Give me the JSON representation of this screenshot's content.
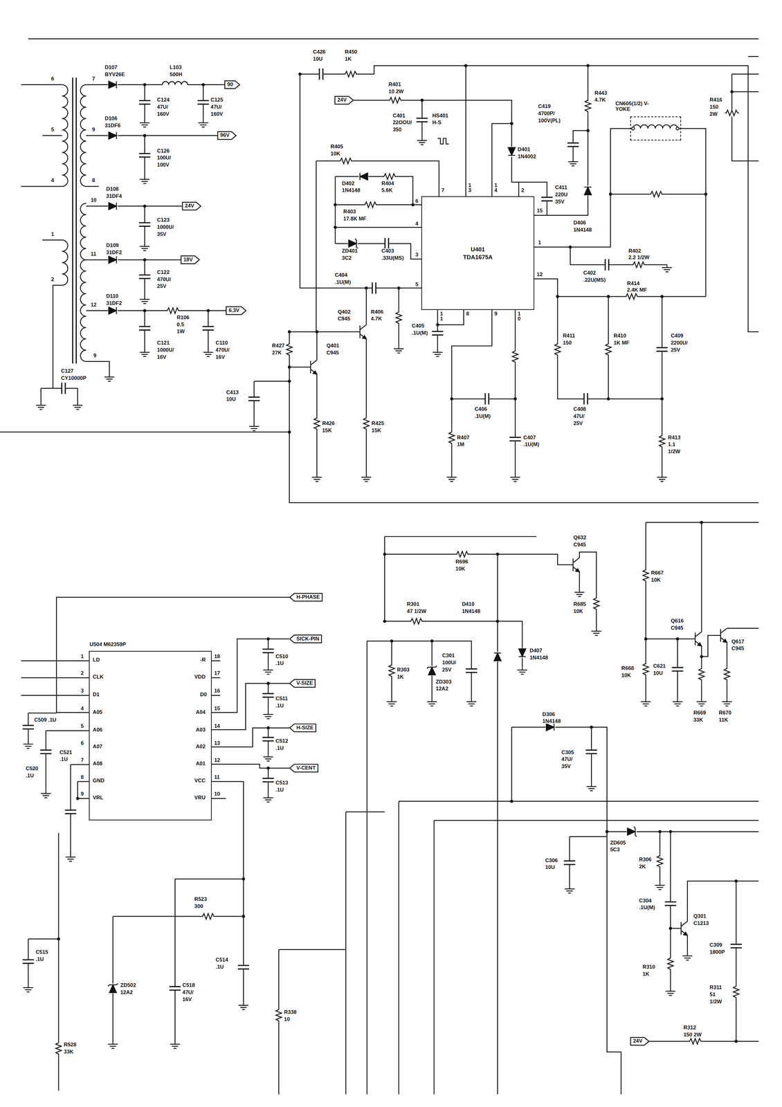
{
  "diagram": {
    "nodes": [
      {
        "text": [
          "90"
        ]
      },
      {
        "text": [
          "96V"
        ]
      },
      {
        "text": [
          "24V"
        ]
      },
      {
        "text": [
          "18V"
        ]
      },
      {
        "text": [
          "6.3V"
        ]
      },
      {
        "text": [
          "24V"
        ]
      },
      {
        "text": [
          "U401",
          "TDA1675A"
        ]
      },
      {
        "text": [
          "CN605(1/2) V-YOKE"
        ]
      },
      {
        "text": [
          "H-PHASE"
        ]
      },
      {
        "text": [
          "SICK-PIN"
        ]
      },
      {
        "text": [
          "V-SIZE"
        ]
      },
      {
        "text": [
          "H-SIZE"
        ]
      },
      {
        "text": [
          "V-CENT"
        ]
      },
      {
        "text": [
          "U504 M62359P"
        ]
      },
      {
        "text": [
          "24V"
        ]
      }
    ],
    "edges": [
      {
        "from": 8,
        "to": 13,
        "arrow": "none"
      },
      {
        "from": 9,
        "to": 13,
        "arrow": "none"
      },
      {
        "from": 10,
        "to": 13,
        "arrow": "none"
      },
      {
        "from": 11,
        "to": 13,
        "arrow": "none"
      },
      {
        "from": 12,
        "to": 13,
        "arrow": "none"
      }
    ],
    "labels": [
      "6",
      "5",
      "4",
      "7",
      "9",
      "8",
      "10",
      "11",
      "12",
      "9",
      "1",
      "2",
      "D107",
      "BYV26E",
      "L103",
      "500H",
      "C124",
      "47U/",
      "160V",
      "C125",
      "47U/",
      "160V",
      "D106",
      "31DF6",
      "C126",
      "100U/",
      "100V",
      "D108",
      "31DF4",
      "C123",
      "1000U/",
      "35V",
      "D109",
      "31DF2",
      "C122",
      "470U/",
      "25V",
      "D110",
      "31DF2",
      "R106",
      "0.5",
      "1W",
      "C121",
      "1000U/",
      "16V",
      "C110",
      "470U/",
      "16V",
      "C127",
      "CY10000P",
      "C426",
      "10U",
      "R450",
      "1K",
      "R401",
      "10 2W",
      "C401",
      "22OOU/",
      "350",
      "HS401",
      "H-S",
      "R405",
      "10K",
      "D402",
      "1N4148",
      "R404",
      "5.6K",
      "R403",
      "17.8K MF",
      "ZD401",
      "3C2",
      "C403",
      ".33U(MS)",
      "C404",
      ".1U(M)",
      "7",
      "6",
      "4",
      "3",
      "5",
      "13",
      "14",
      "2",
      "15",
      "1",
      "12",
      "11",
      "8",
      "9",
      "10",
      "D401",
      "1N4002",
      "C419",
      "4700P/",
      "100V(PL)",
      "R443",
      "4.7K",
      "R416",
      "150",
      "2W",
      "C411",
      "220U",
      "35V",
      "D406",
      "1N4148",
      "R402",
      "2.2 1/2W",
      "C402",
      ".22U(MS)",
      "R414",
      "2.4K MF",
      "R406",
      "4.7K",
      "Q402",
      "C945",
      "C405",
      ".1U(M)",
      "Q401",
      "C945",
      "R427",
      "27K",
      "C413",
      "10U",
      "R426",
      "15K",
      "R425",
      "15K",
      "R411",
      "150",
      "R410",
      "1K MF",
      "C409",
      "2200U/",
      "25V",
      "C406",
      ".1U(M)",
      "C408",
      "47U/",
      "25V",
      "R407",
      "1M",
      "C407",
      ".1U(M)",
      "R413",
      "1.1",
      "1/2W",
      "1",
      "LD",
      "2",
      "CLK",
      "3",
      "D1",
      "4",
      "A05",
      "5",
      "A06",
      "6",
      "A07",
      "7",
      "A08",
      "8",
      "GND",
      "9",
      "VRL",
      "-R",
      "18",
      "VDD",
      "17",
      "D0",
      "16",
      "A04",
      "15",
      "A03",
      "14",
      "A02",
      "13",
      "A01",
      "12",
      "VCC",
      "11",
      "VRU",
      "10",
      "C510",
      ".1U",
      "C511",
      ".1U",
      "C512",
      ".1U",
      "C513",
      ".1U",
      "C509 .1U",
      "C520",
      ".1U",
      "C521",
      ".1U",
      "C515",
      ".1U",
      "R523",
      "300",
      "ZD502",
      "12A2",
      "C518",
      "47U/",
      "16V",
      "C514",
      ".1U",
      "R338",
      "10",
      "R528",
      "33K",
      "R696",
      "10K",
      "Q632",
      "C945",
      "R685",
      "10K",
      "R301",
      "47 1/2W",
      "D410",
      "1N4148",
      "R303",
      "1K",
      "C301",
      "100U/",
      "25V",
      "ZD303",
      "12A2",
      "D407",
      "1N4148",
      "D306",
      "1N4148",
      "C305",
      "47U/",
      "35V",
      "R667",
      "10K",
      "Q616",
      "C945",
      "Q617",
      "C945",
      "R668",
      "10K",
      "C621",
      "10U",
      "R669",
      "33K",
      "R670",
      "11K",
      "C306",
      "10U",
      "ZD605",
      "5C3",
      "R306",
      "2K",
      "C304",
      ".1U(M)",
      "Q301",
      "C1213",
      "C309",
      "1800P",
      "R310",
      "1K",
      "R311",
      "51",
      "1/2W",
      "R312",
      "150 2W"
    ]
  }
}
